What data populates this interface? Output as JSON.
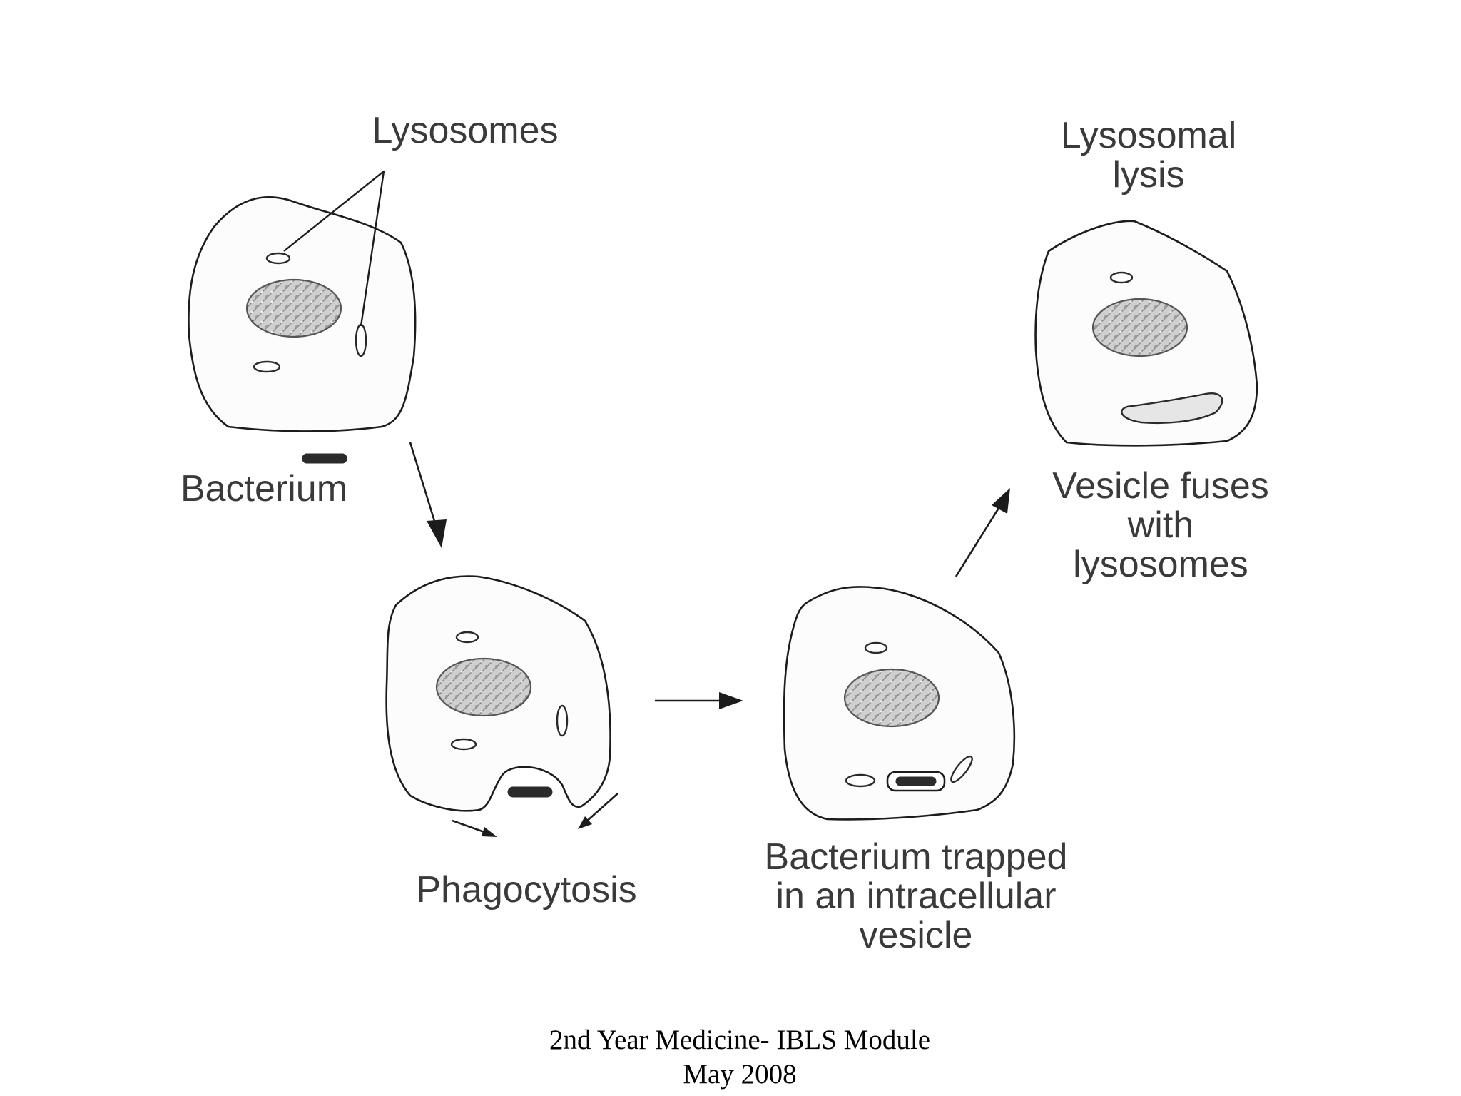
{
  "labels": {
    "lysosomes": "Lysosomes",
    "bacterium": "Bacterium",
    "phagocytosis": "Phagocytosis",
    "trapped_line1": "Bacterium trapped",
    "trapped_line2": "in an intracellular",
    "trapped_line3": "vesicle",
    "fuses_line1": "Vesicle fuses",
    "fuses_line2": "with",
    "fuses_line3": "lysosomes",
    "lysis_line1": "Lysosomal",
    "lysis_line2": "lysis"
  },
  "footer": {
    "line1": "2nd Year Medicine- IBLS Module",
    "line2": "May 2008"
  }
}
